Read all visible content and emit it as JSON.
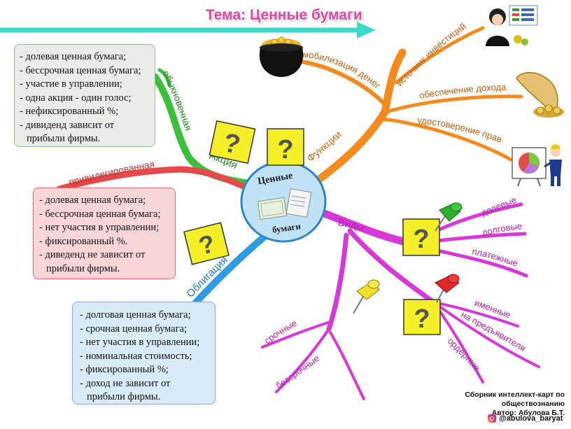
{
  "title": "Тема: Ценные бумаги",
  "center_label": {
    "line1": "Ценные",
    "line2": "бумаги"
  },
  "branches": {
    "share": "Акция",
    "ordinary": "обыкновенная",
    "preferred": "привилегированная",
    "bond": "Облигация",
    "functions": "Функции",
    "types": "Виды"
  },
  "functions_items": {
    "mobilization": "мобилизация денег",
    "source": "источник инвестиций",
    "income": "обеспечение дохода",
    "rights": "удостоверение прав"
  },
  "types_items": {
    "share_based": "долевые",
    "debt": "долговые",
    "payment": "платежные",
    "named": "именные",
    "bearer": "на предъявителя",
    "order": "ордерные",
    "term": "срочные",
    "perpetual": "бессрочные"
  },
  "question_mark": "?",
  "notes": {
    "ordinary_share": [
      "- долевая ценная бумага;",
      "- бессрочная ценная бумага;",
      "- участие в управлении;",
      "- одна акция - один голос;",
      "- нефиксированный %;",
      "- дивиденд зависит от",
      "прибыли фирмы."
    ],
    "preferred_share": [
      "- долевая   ценная бумага;",
      "- бессрочная ценная бумага;",
      "- нет участия в управлении;",
      "- фиксированный %.",
      "- диведенд не зависит от",
      "прибыли фирмы."
    ],
    "bond": [
      "- долговая ценная бумага;",
      "- срочная ценная бумага;",
      "- нет участия в управлении;",
      "- номинальная стоимость;",
      "- фиксированный %;",
      "- доход не зависит от",
      "прибыли фирмы."
    ]
  },
  "credit": {
    "line1": "Сборник интеллект-карт по обществознанию",
    "line2": "Автор: Абулова Б.Т."
  },
  "handle": "@abulova_baryat",
  "icons": [
    "arrow-icon",
    "pot-of-gold-icon",
    "investor-icon",
    "cornucopia-icon",
    "presenter-chart-icon",
    "pushpin-icon",
    "question-icon",
    "certificate-icon",
    "instagram-icon"
  ],
  "colors": {
    "title": "#d94aa3",
    "arrow": "#3dd9c6",
    "share_branch": "#3cc03c",
    "preferred_branch": "#e44a4a",
    "bond_branch": "#2f9be0",
    "functions_branch": "#f58a1f",
    "types_branch": "#d63ad6",
    "question_bg": "#f5ef2a"
  }
}
